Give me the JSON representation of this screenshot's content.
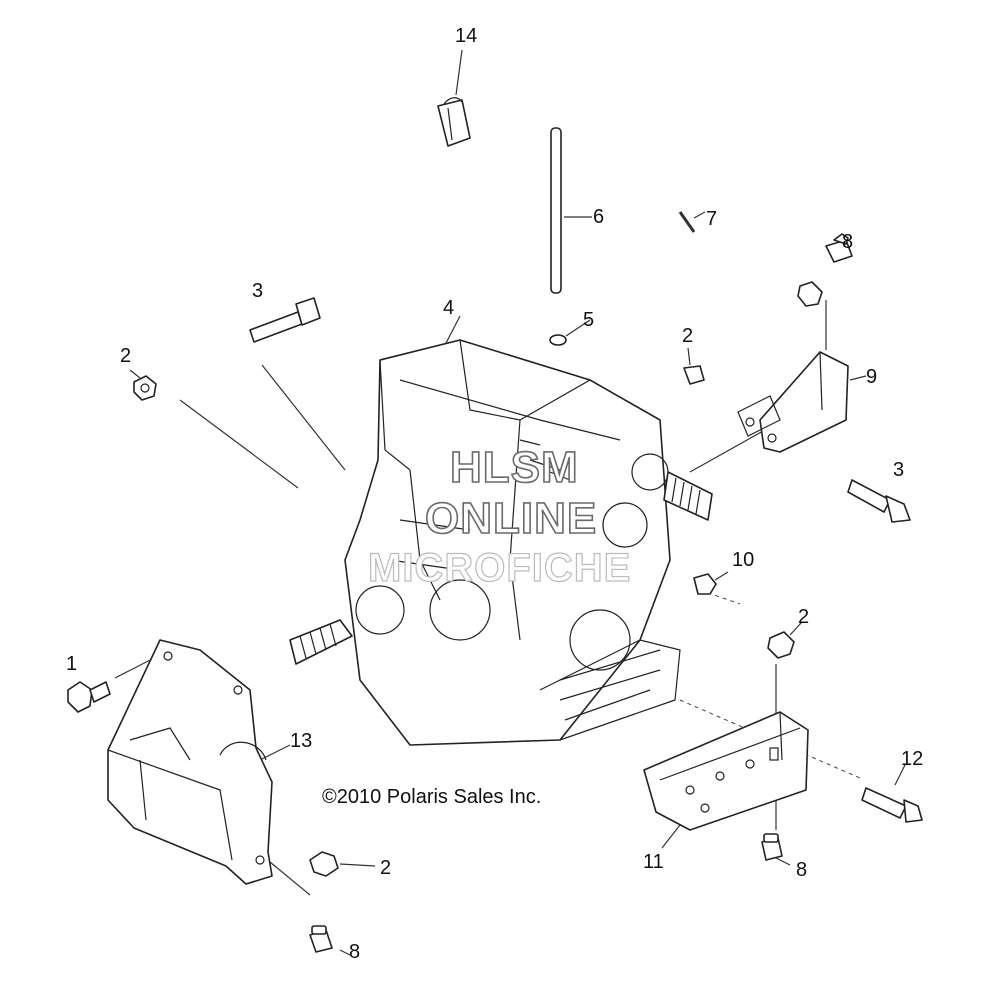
{
  "callouts": [
    {
      "id": "1",
      "text": "1"
    },
    {
      "id": "2a",
      "text": "2"
    },
    {
      "id": "2b",
      "text": "2"
    },
    {
      "id": "2c",
      "text": "2"
    },
    {
      "id": "2d",
      "text": "2"
    },
    {
      "id": "3a",
      "text": "3"
    },
    {
      "id": "3b",
      "text": "3"
    },
    {
      "id": "4",
      "text": "4"
    },
    {
      "id": "5",
      "text": "5"
    },
    {
      "id": "6",
      "text": "6"
    },
    {
      "id": "7",
      "text": "7"
    },
    {
      "id": "8a",
      "text": "8"
    },
    {
      "id": "8b",
      "text": "8"
    },
    {
      "id": "8c",
      "text": "8"
    },
    {
      "id": "9",
      "text": "9"
    },
    {
      "id": "10",
      "text": "10"
    },
    {
      "id": "11",
      "text": "11"
    },
    {
      "id": "12",
      "text": "12"
    },
    {
      "id": "13",
      "text": "13"
    },
    {
      "id": "14",
      "text": "14"
    }
  ],
  "watermark": {
    "line1": "HLSM",
    "line2": "ONLINE",
    "line3": "MICROFICHE"
  },
  "copyright": "©2010 Polaris Sales Inc."
}
